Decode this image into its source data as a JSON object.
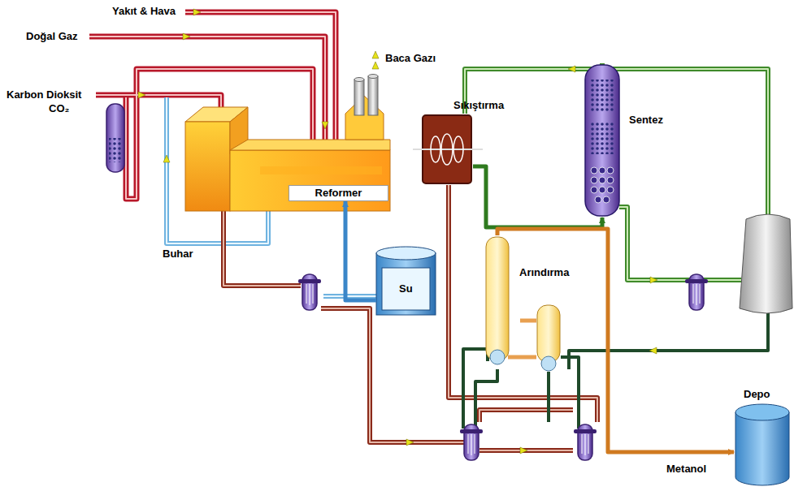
{
  "diagram": {
    "nodes": [
      {
        "text": [
          "Reformer"
        ]
      },
      {
        "text": [
          "Su"
        ]
      },
      {
        "text": [
          "Sıkıştırma"
        ]
      },
      {
        "text": [
          "Sentez"
        ]
      },
      {
        "text": [
          "Arındırma"
        ]
      },
      {
        "text": [
          "Depo"
        ]
      }
    ],
    "edges": [
      {
        "from": 1,
        "to": 0,
        "arrow": "to"
      },
      {
        "from": 2,
        "to": 3,
        "arrow": "to"
      },
      {
        "from": 4,
        "to": 5,
        "arrow": "to"
      }
    ],
    "labels": [
      "Yakıt & Hava",
      "Doğal Gaz",
      "Karbon Dioksit",
      "CO₂",
      "Baca Gazı",
      "Buhar",
      "Metanol"
    ]
  }
}
